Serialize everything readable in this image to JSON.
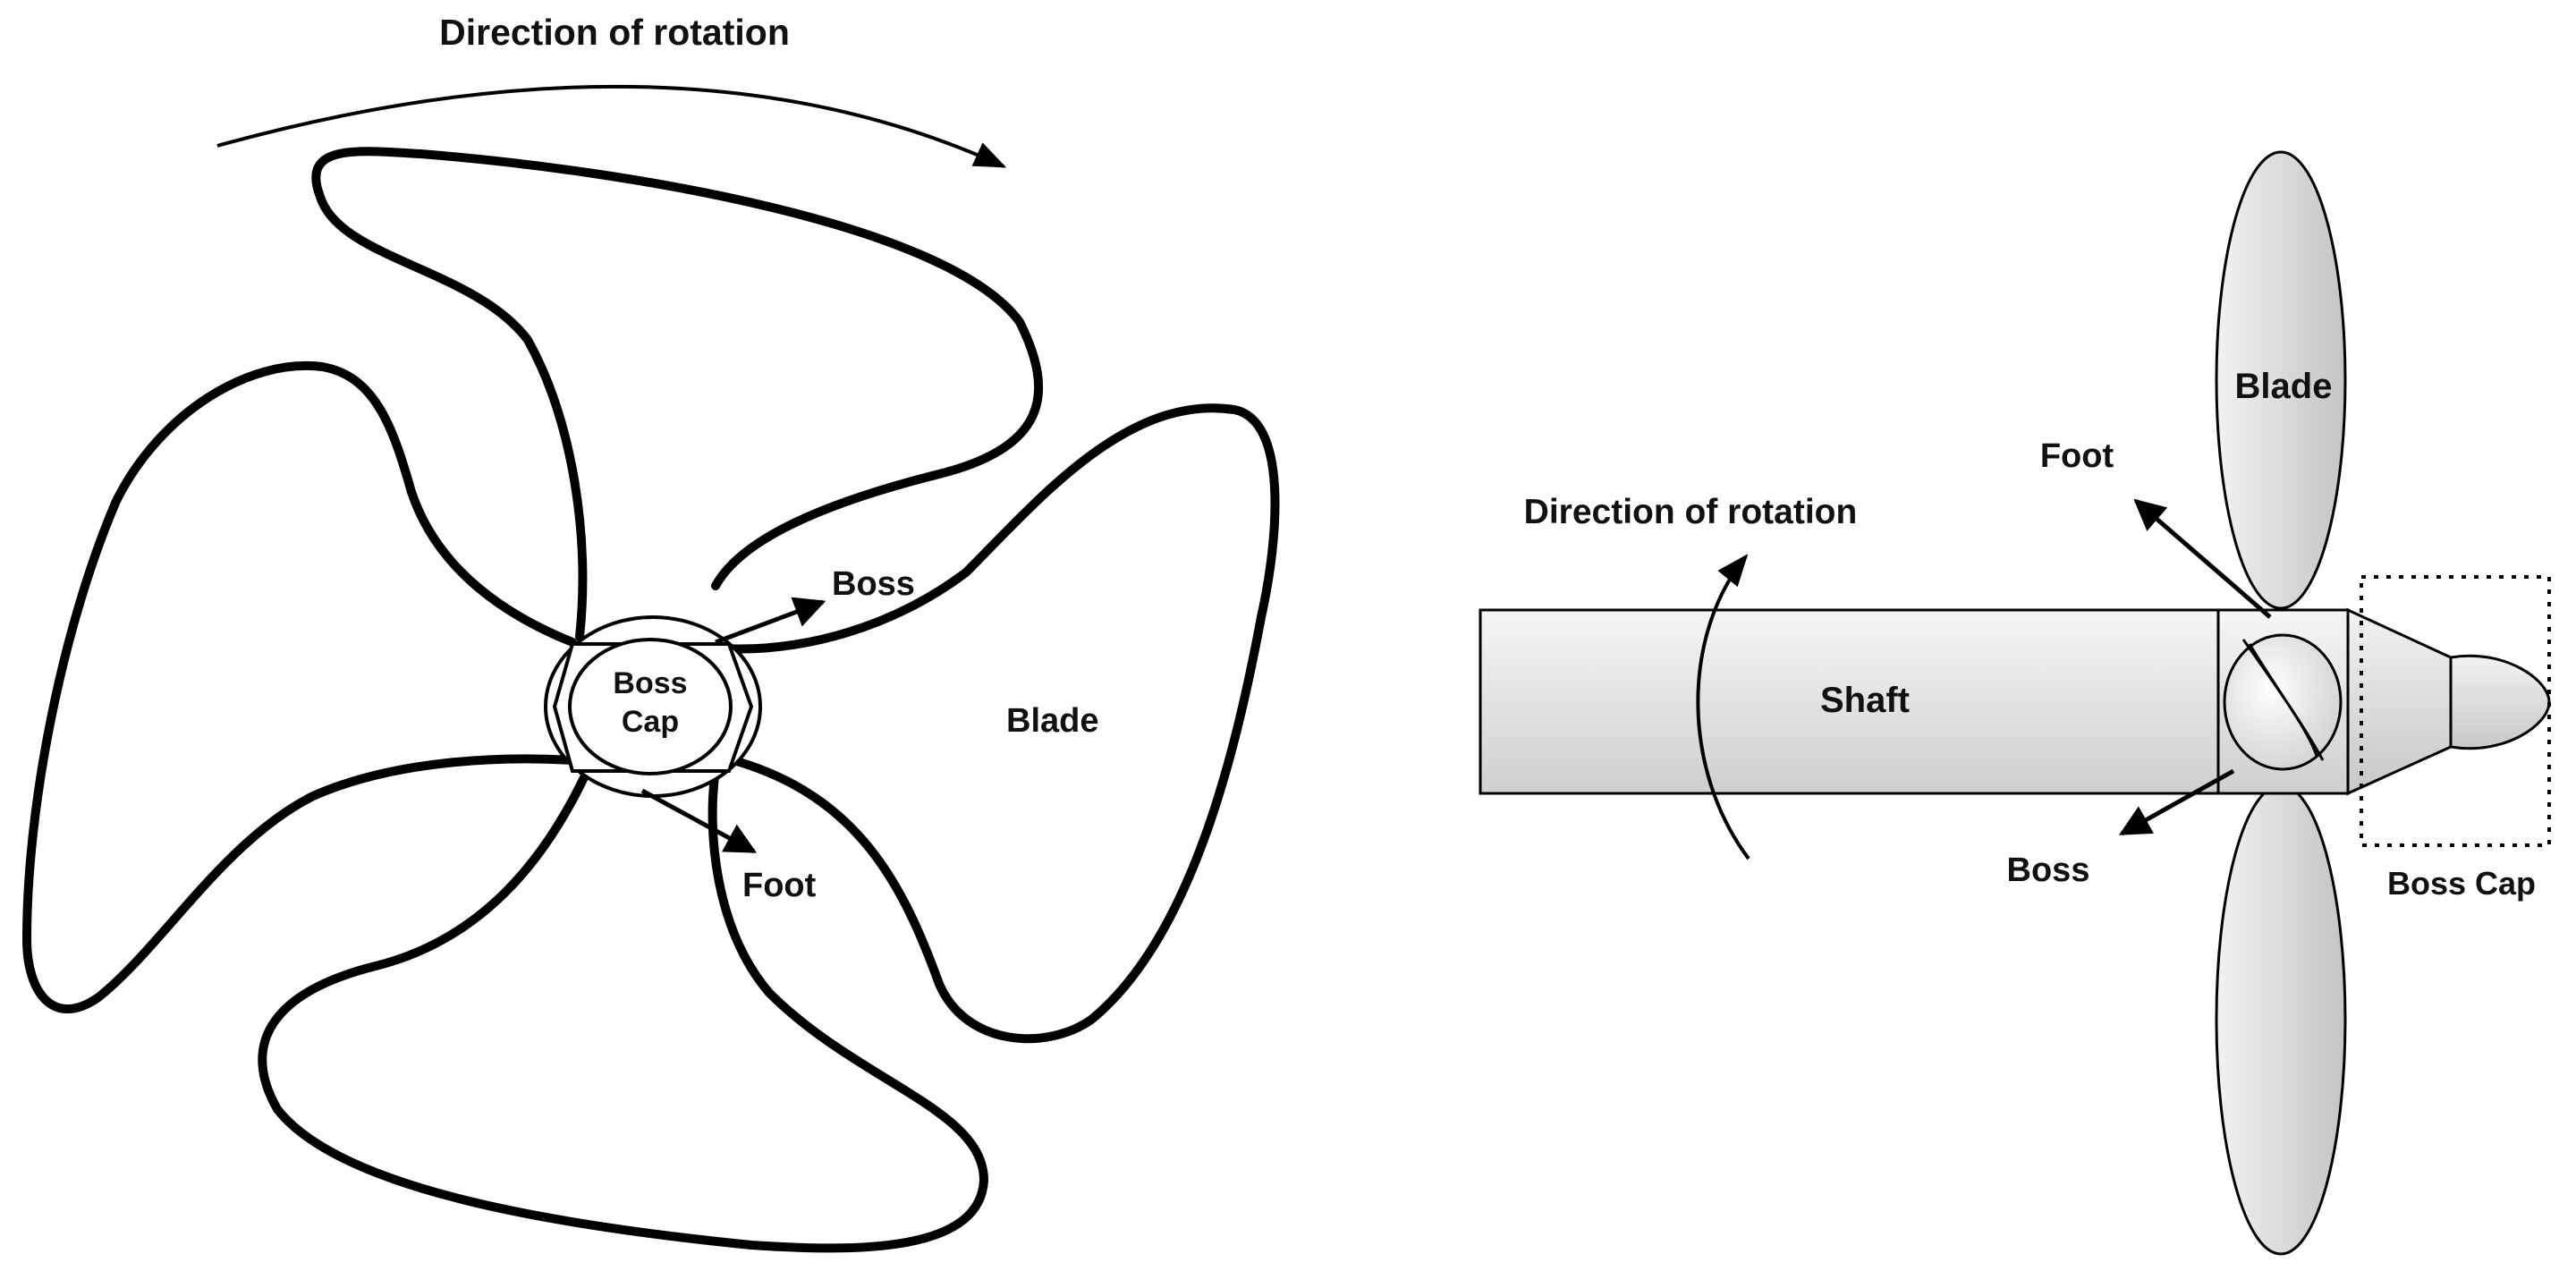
{
  "front_view": {
    "direction_label": "Direction of rotation",
    "boss_cap_label_line1": "Boss",
    "boss_cap_label_line2": "Cap",
    "boss_label": "Boss",
    "foot_label": "Foot",
    "blade_label": "Blade"
  },
  "side_view": {
    "direction_label": "Direction of rotation",
    "shaft_label": "Shaft",
    "blade_label": "Blade",
    "foot_label": "Foot",
    "boss_label": "Boss",
    "boss_cap_label": "Boss Cap"
  },
  "colors": {
    "stroke": "#000000",
    "fill_light": "#f4f4f4",
    "fill_dark": "#c9c9c9"
  }
}
